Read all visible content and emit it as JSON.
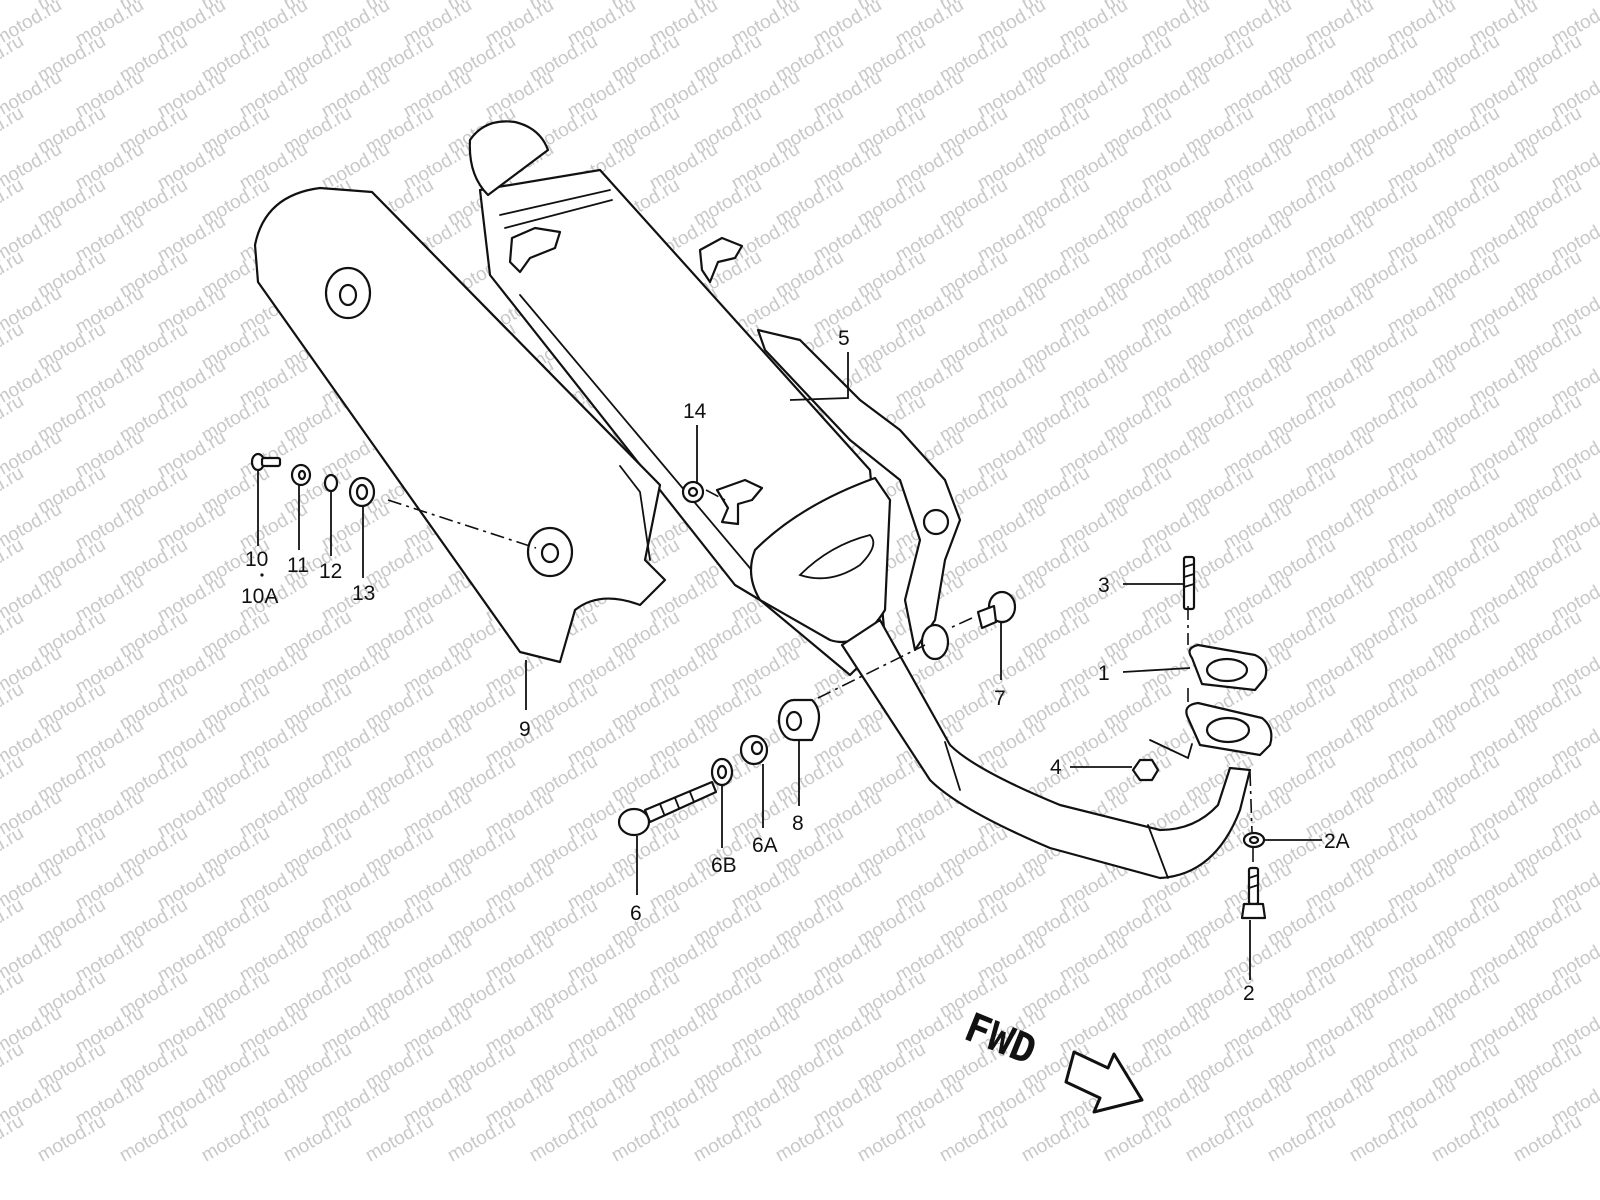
{
  "watermark": {
    "text": "motod.ru",
    "color": "#c8c8c8"
  },
  "callouts": [
    {
      "id": "1",
      "label": "1"
    },
    {
      "id": "2",
      "label": "2"
    },
    {
      "id": "2A",
      "label": "2A"
    },
    {
      "id": "3",
      "label": "3"
    },
    {
      "id": "4",
      "label": "4"
    },
    {
      "id": "5",
      "label": "5"
    },
    {
      "id": "6",
      "label": "6"
    },
    {
      "id": "6A",
      "label": "6A"
    },
    {
      "id": "6B",
      "label": "6B"
    },
    {
      "id": "7",
      "label": "7"
    },
    {
      "id": "8",
      "label": "8"
    },
    {
      "id": "9",
      "label": "9"
    },
    {
      "id": "10",
      "label": "10"
    },
    {
      "id": "10A",
      "label": "10A"
    },
    {
      "id": "11",
      "label": "11"
    },
    {
      "id": "12",
      "label": "12"
    },
    {
      "id": "13",
      "label": "13"
    },
    {
      "id": "14",
      "label": "14"
    }
  ],
  "direction": {
    "label": "FWD",
    "icon": "forward-arrow-icon"
  },
  "colors": {
    "line": "#111111",
    "background": "#ffffff"
  }
}
